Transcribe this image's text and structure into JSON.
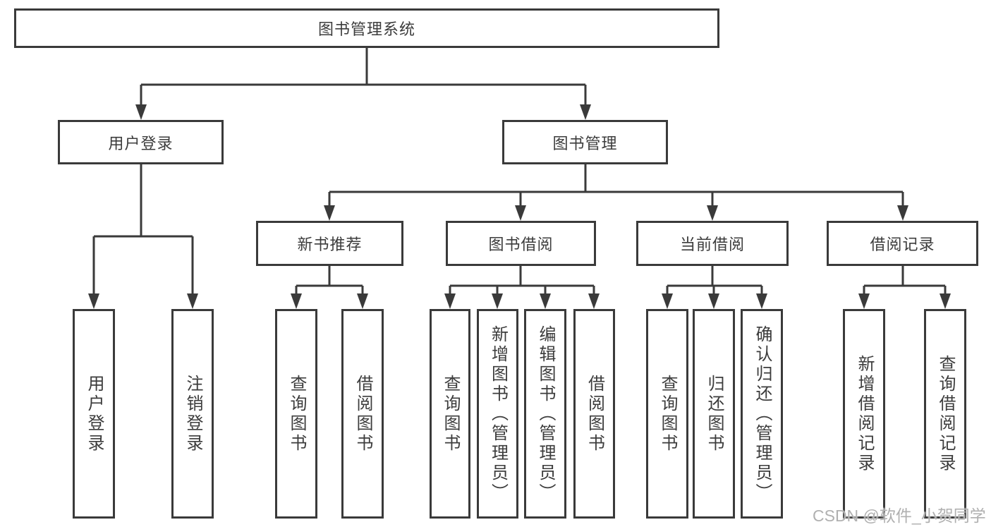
{
  "diagram": {
    "tree": {
      "root": {
        "label": "图书管理系统",
        "children": [
          {
            "label": "用户登录",
            "children": [
              {
                "label": "用户登录"
              },
              {
                "label": "注销登录"
              }
            ]
          },
          {
            "label": "图书管理",
            "children": [
              {
                "label": "新书推荐",
                "children": [
                  {
                    "label": "查询图书"
                  },
                  {
                    "label": "借阅图书"
                  }
                ]
              },
              {
                "label": "图书借阅",
                "children": [
                  {
                    "label": "查询图书"
                  },
                  {
                    "label": "新增图书（管理员）"
                  },
                  {
                    "label": "编辑图书（管理员）"
                  },
                  {
                    "label": "借阅图书"
                  }
                ]
              },
              {
                "label": "当前借阅",
                "children": [
                  {
                    "label": "查询图书"
                  },
                  {
                    "label": "归还图书"
                  },
                  {
                    "label": "确认归还（管理员）"
                  }
                ]
              },
              {
                "label": "借阅记录",
                "children": [
                  {
                    "label": "新增借阅记录"
                  },
                  {
                    "label": "查询借阅记录"
                  }
                ]
              }
            ]
          }
        ]
      }
    },
    "colors": {
      "line": "#3a3a3a",
      "text": "#3c3c3c",
      "watermark": "#b0b0b0",
      "background": "#ffffff"
    }
  },
  "watermark": {
    "text": "CSDN @软件_小贺同学"
  }
}
